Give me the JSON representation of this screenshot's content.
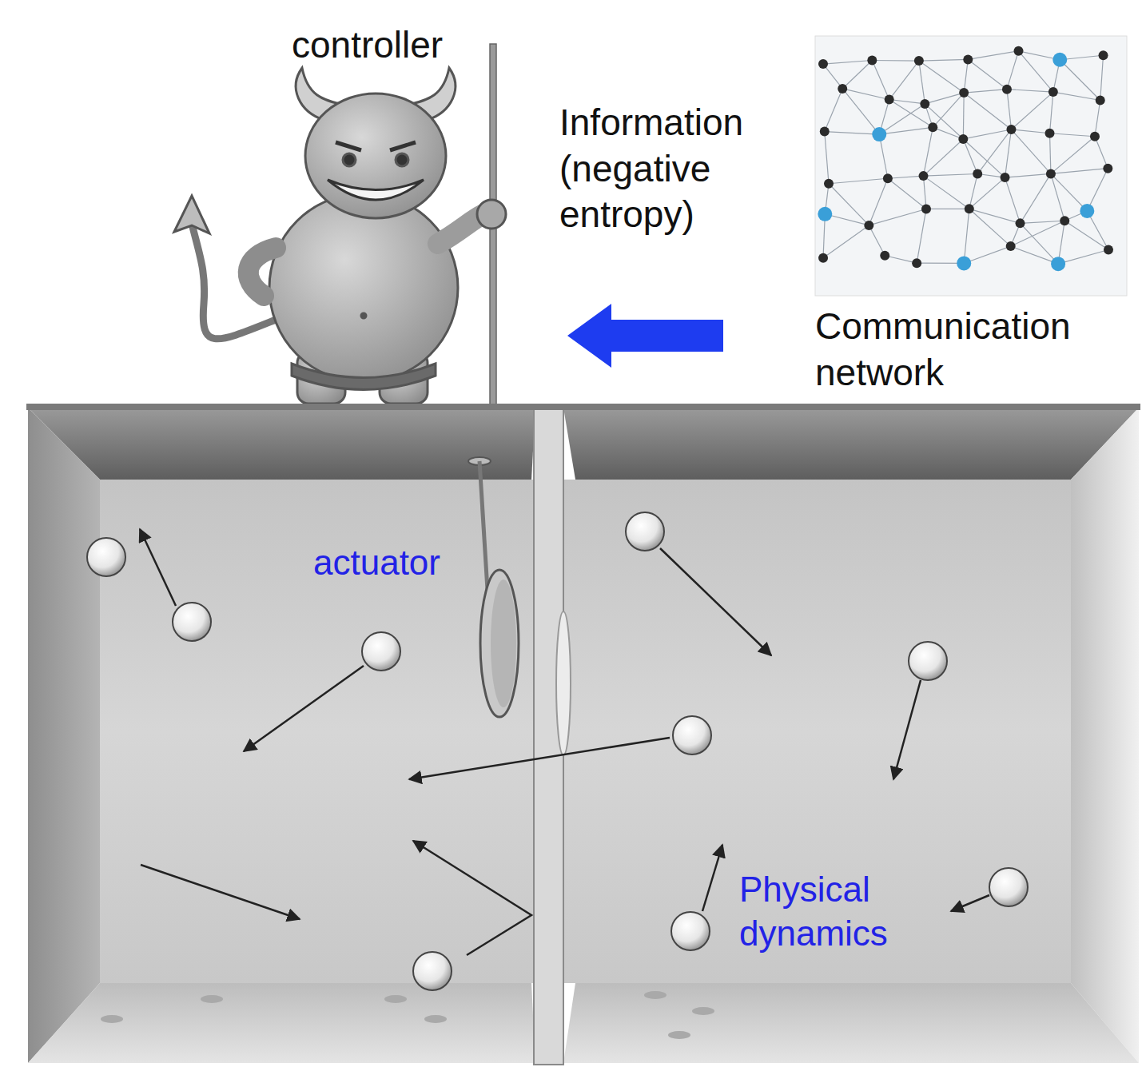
{
  "diagram": {
    "labels": [
      "controller",
      "Information (negative entropy)",
      "Communication network",
      "actuator",
      "Physical dynamics"
    ]
  }
}
